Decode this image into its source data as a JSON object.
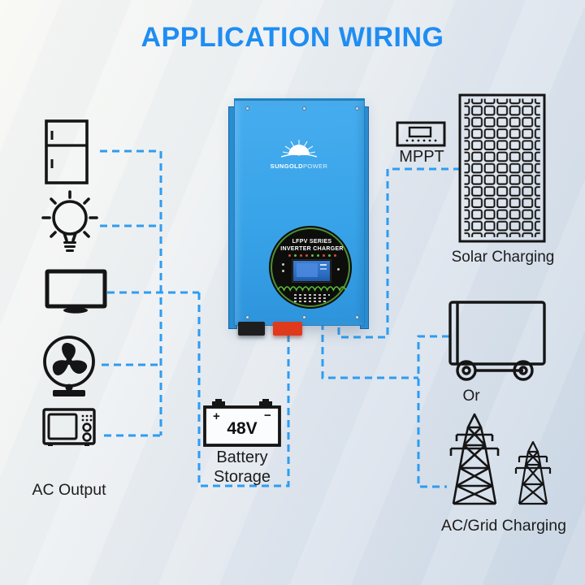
{
  "title": "APPLICATION WIRING",
  "colors": {
    "title_blue": "#1f8df2",
    "wire_blue": "#2e9cf1",
    "icon_black": "#151515",
    "text_dark": "#1c1c1c",
    "inverter_blue": "#38a3e8",
    "inverter_blue_dark": "#1d7fc2",
    "terminal_red": "#df3a1c",
    "terminal_black": "#1e1e1e",
    "panel_black": "#0d0e0c",
    "panel_ring_green": "#4f9029",
    "lcd_blue": "#2f6fc4",
    "wave_green": "#58bd33",
    "bg_light": "#f8f8f4",
    "bg_dark": "#c9d6e4"
  },
  "left_group": {
    "label": "AC Output",
    "appliances": [
      "refrigerator",
      "light-bulb",
      "tv",
      "fan",
      "microwave"
    ]
  },
  "inverter": {
    "brand_bold": "SUNGOLD",
    "brand_light": "POWER",
    "panel_line1": "LFPV SERIES",
    "panel_line2": "INVERTER CHARGER"
  },
  "battery": {
    "plus": "+",
    "minus": "−",
    "voltage": "48V",
    "label_line1": "Battery",
    "label_line2": "Storage"
  },
  "solar": {
    "mppt_label": "MPPT",
    "panel_label": "Solar Charging"
  },
  "grid": {
    "or_label": "Or",
    "label": "AC/Grid Charging",
    "icons": [
      "generator",
      "transmission-towers"
    ]
  }
}
